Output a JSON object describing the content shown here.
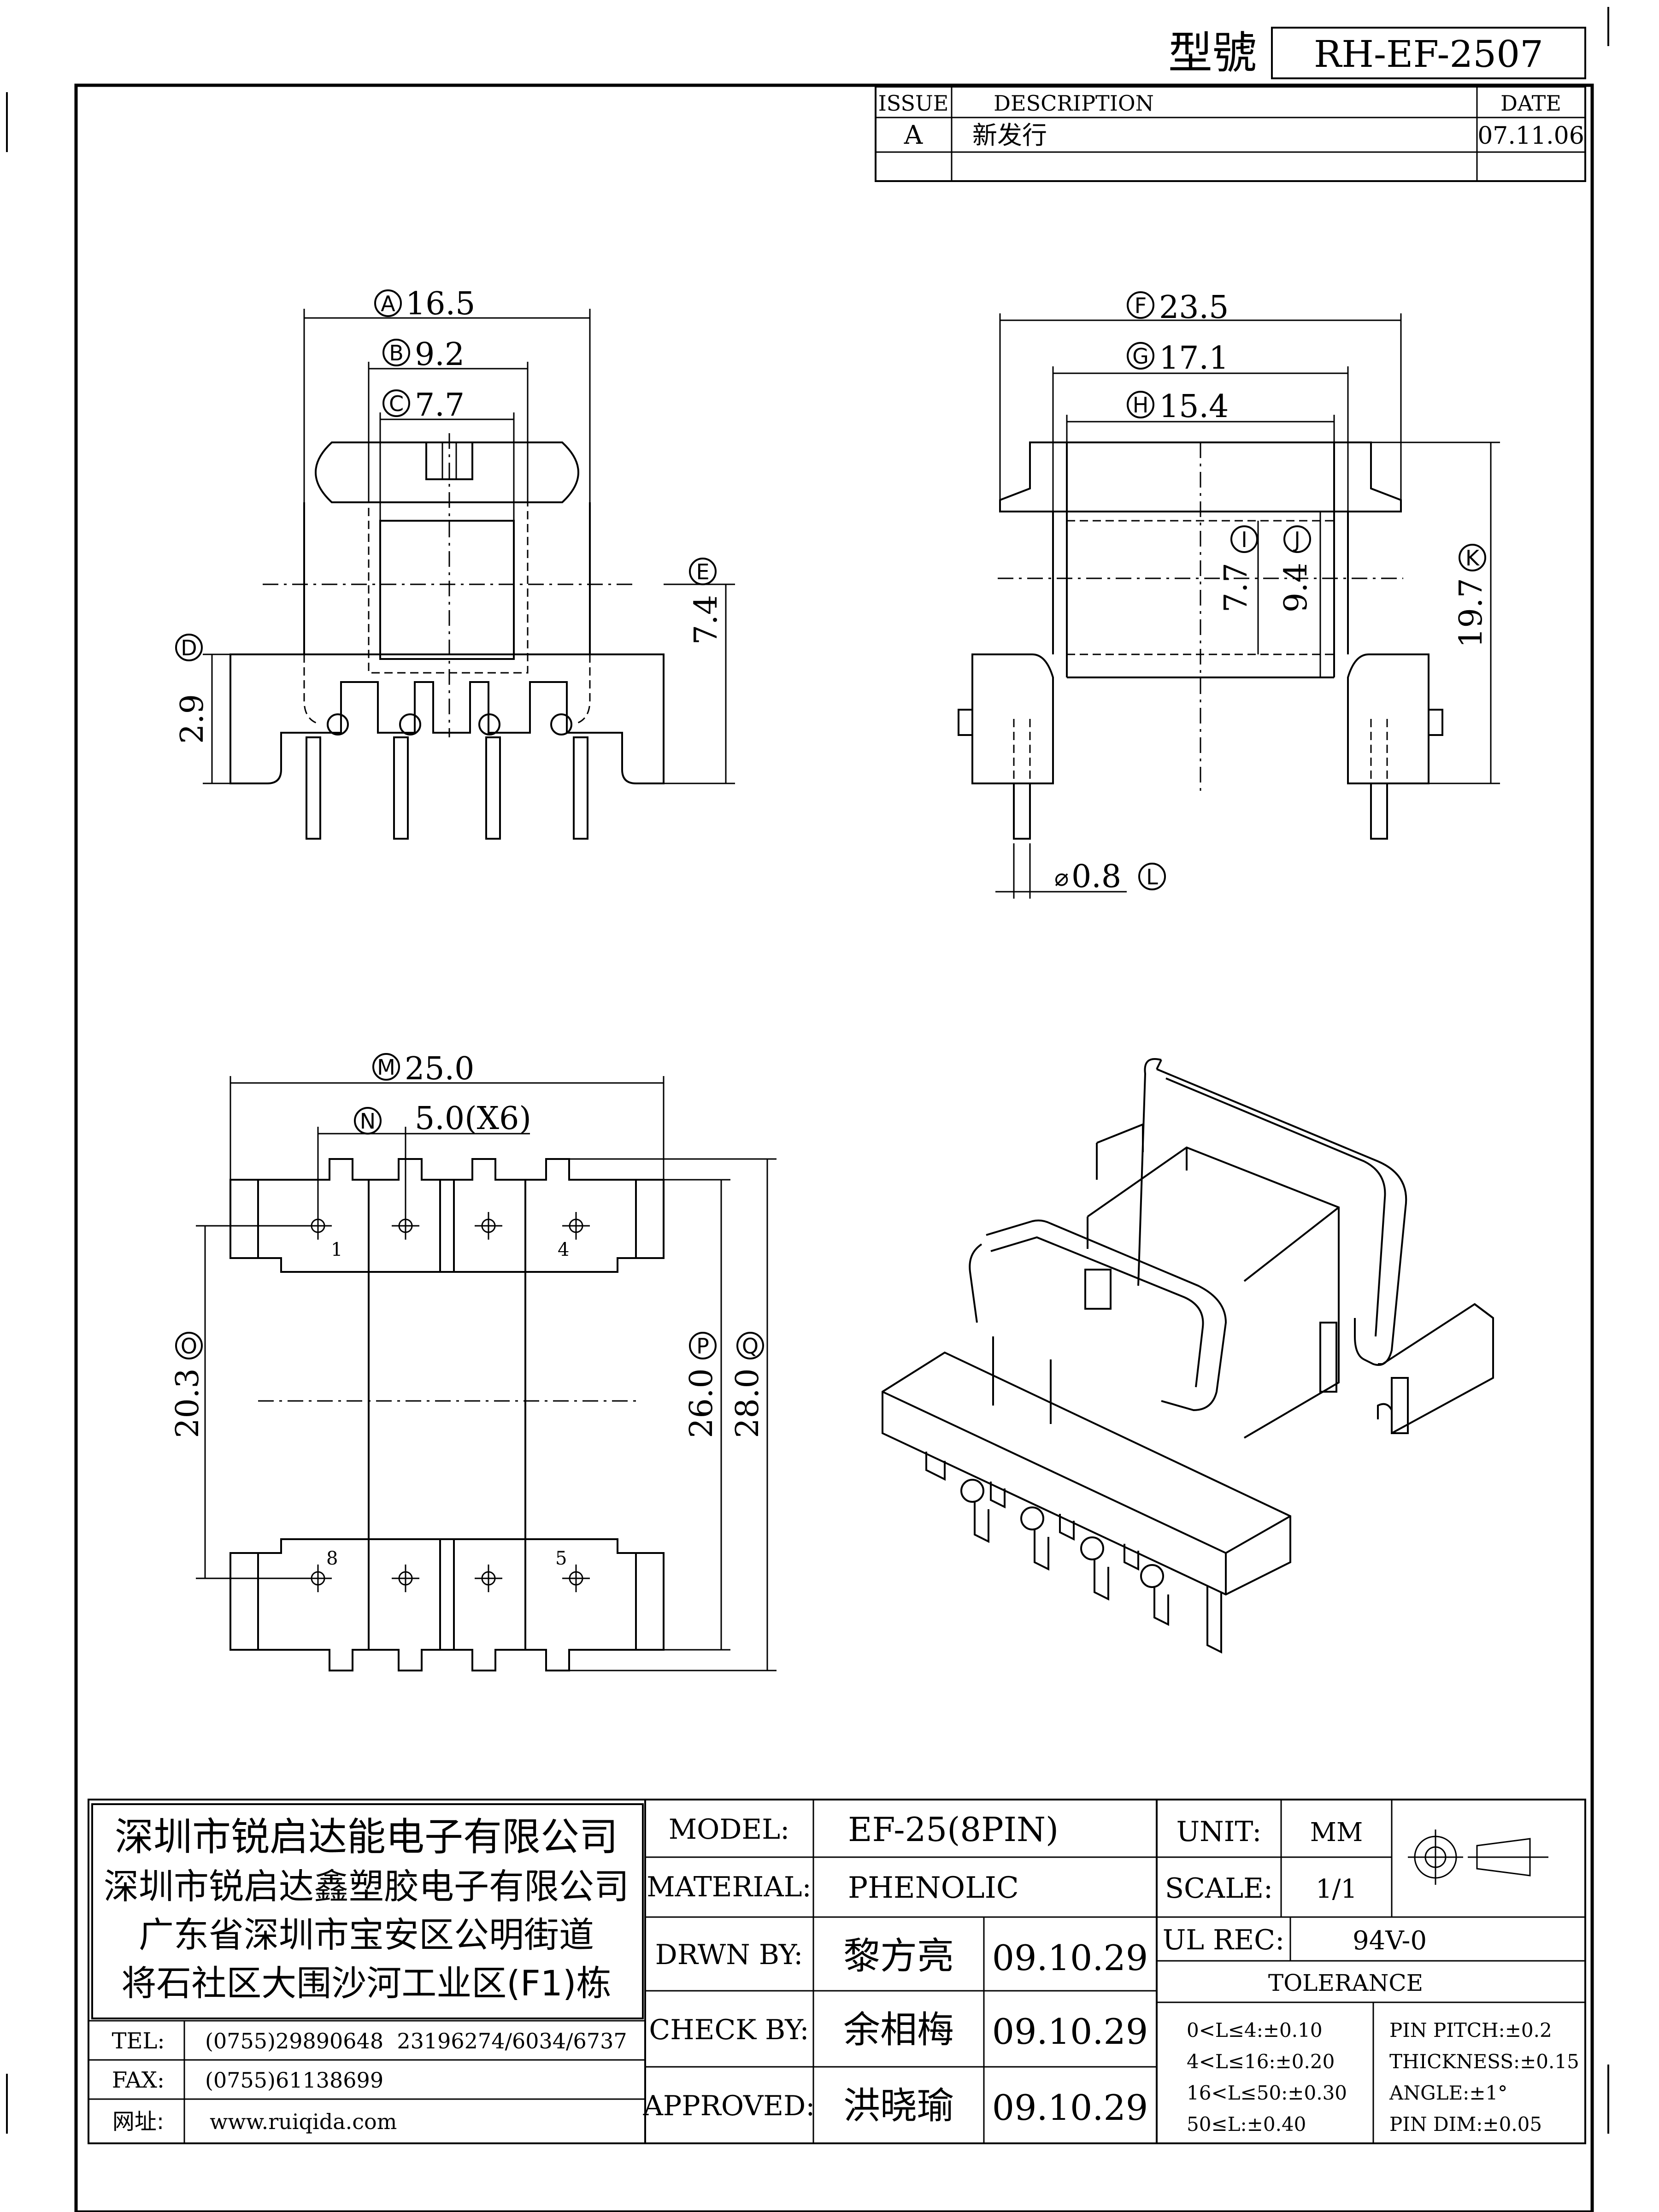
{
  "header": {
    "model_label": "型號",
    "model_number": "RH-EF-2507"
  },
  "revision_table": {
    "columns": [
      "ISSUE",
      "DESCRIPTION",
      "DATE"
    ],
    "rows": [
      {
        "issue": "A",
        "description": "新发行",
        "date": "07.11.06"
      }
    ]
  },
  "front_view": {
    "dims": {
      "A": "16.5",
      "B": "9.2",
      "C": "7.7",
      "D": "2.9",
      "E": "7.4"
    }
  },
  "side_view": {
    "dims": {
      "F": "23.5",
      "G": "17.1",
      "H": "15.4",
      "I": "7.7",
      "J": "9.4",
      "K": "19.7",
      "L": "0.8"
    },
    "diameter_symbol": "⌀"
  },
  "bottom_view": {
    "dims": {
      "M": "25.0",
      "N": "5.0(X6)",
      "O": "20.3",
      "P": "26.0",
      "Q": "28.0"
    },
    "pin_numbers": [
      "1",
      "4",
      "8",
      "5"
    ]
  },
  "dim_letters": [
    "A",
    "B",
    "C",
    "D",
    "E",
    "F",
    "G",
    "H",
    "I",
    "J",
    "K",
    "L",
    "M",
    "N",
    "O",
    "P",
    "Q"
  ],
  "company": {
    "lines": [
      "深圳市锐启达能电子有限公司",
      "深圳市锐启达鑫塑胶电子有限公司",
      "广东省深圳市宝安区公明街道",
      "将石社区大围沙河工业区(F1)栋"
    ],
    "tel_label": "TEL:",
    "tel": "(0755)29890648  23196274/6034/6737",
    "fax_label": "FAX:",
    "fax": "(0755)61138699",
    "web_label": "网址:",
    "web": "www.ruiqida.com"
  },
  "title_block": {
    "model_label": "MODEL:",
    "model_value": "EF-25(8PIN)",
    "material_label": "MATERIAL:",
    "material_value": "PHENOLIC",
    "drawn_label": "DRWN BY:",
    "drawn_name": "黎方亮",
    "drawn_date": "09.10.29",
    "check_label": "CHECK BY:",
    "check_name": "余相梅",
    "check_date": "09.10.29",
    "approved_label": "APPROVED:",
    "approved_name": "洪晓瑜",
    "approved_date": "09.10.29",
    "unit_label": "UNIT:",
    "unit_value": "MM",
    "scale_label": "SCALE:",
    "scale_value": "1/1",
    "ul_label": "UL REC:",
    "ul_value": "94V-0",
    "tolerance_label": "TOLERANCE",
    "tolerance_left": [
      "0<L≤4:±0.10",
      "4<L≤16:±0.20",
      "16<L≤50:±0.30",
      "50≤L:±0.40"
    ],
    "tolerance_right": [
      "PIN PITCH:±0.2",
      "THICKNESS:±0.15",
      "ANGLE:±1°",
      "PIN DIM:±0.05"
    ]
  }
}
